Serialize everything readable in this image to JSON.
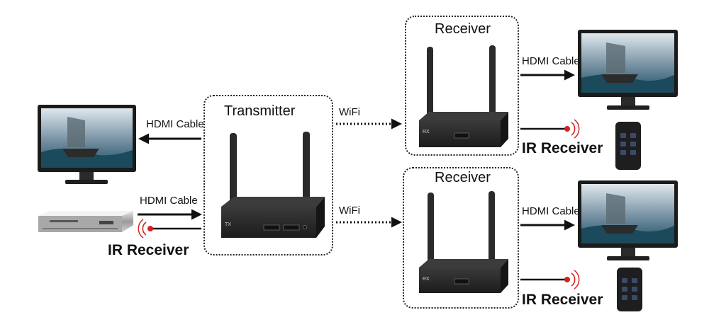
{
  "transmitter": {
    "title": "Transmitter",
    "device_label": "TX"
  },
  "receivers": [
    {
      "title": "Receiver",
      "device_label": "RX",
      "hdmi_label": "HDMI Cable",
      "ir_label": "IR Receiver"
    },
    {
      "title": "Receiver",
      "device_label": "RX",
      "hdmi_label": "HDMI Cable",
      "ir_label": "IR Receiver"
    }
  ],
  "source_side": {
    "monitor_cable_label": "HDMI Cable",
    "player_cable_label": "HDMI Cable",
    "ir_label": "IR Receiver"
  },
  "links": [
    {
      "label": "WiFi"
    },
    {
      "label": "WiFi"
    }
  ],
  "colors": {
    "device": "#2b2b2b",
    "ir_red": "#d42020",
    "screen_sea": "#2f6f8a",
    "line": "#111111"
  }
}
